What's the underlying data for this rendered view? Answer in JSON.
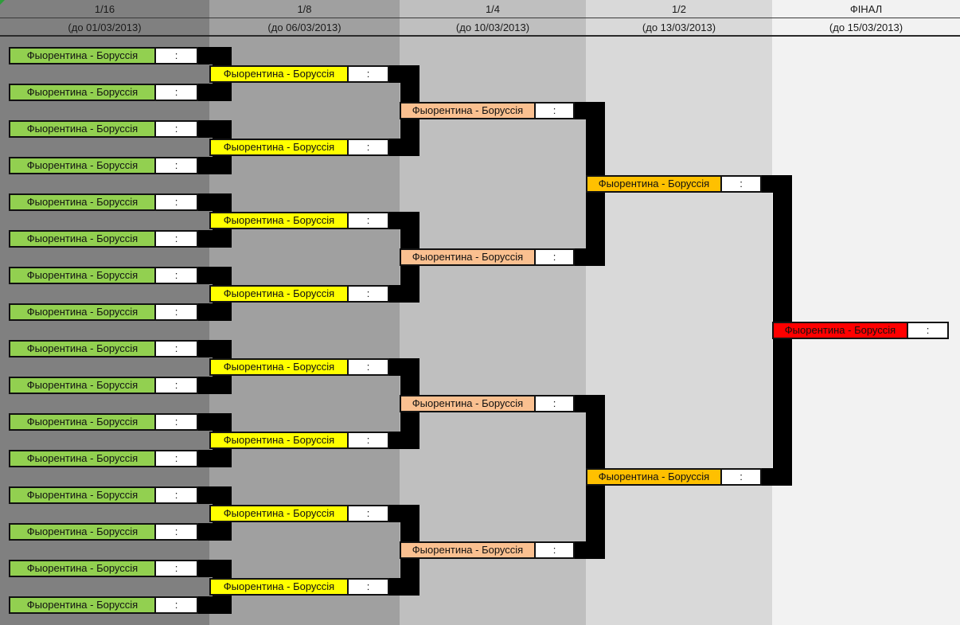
{
  "rounds": [
    {
      "name": "1/16",
      "deadline": "(до 01/03/2013)"
    },
    {
      "name": "1/8",
      "deadline": "(до 06/03/2013)"
    },
    {
      "name": "1/4",
      "deadline": "(до 10/03/2013)"
    },
    {
      "name": "1/2",
      "deadline": "(до  13/03/2013)"
    },
    {
      "name": "ФІНАЛ",
      "deadline": "(до 15/03/2013)"
    }
  ],
  "colors": {
    "col_bg": [
      "#808080",
      "#a0a0a0",
      "#bfbfbf",
      "#d9d9d9",
      "#f2f2f2"
    ],
    "match_fill": [
      "#92d050",
      "#ffff00",
      "#fac090",
      "#ffc000",
      "#ff0000"
    ],
    "bracket": "#000000"
  },
  "matches": {
    "r16": [
      {
        "teams": "Фыорентина - Боруссія",
        "score": ":"
      },
      {
        "teams": "Фыорентина - Боруссія",
        "score": ":"
      },
      {
        "teams": "Фыорентина - Боруссія",
        "score": ":"
      },
      {
        "teams": "Фыорентина - Боруссія",
        "score": ":"
      },
      {
        "teams": "Фыорентина - Боруссія",
        "score": ":"
      },
      {
        "teams": "Фыорентина - Боруссія",
        "score": ":"
      },
      {
        "teams": "Фыорентина - Боруссія",
        "score": ":"
      },
      {
        "teams": "Фыорентина - Боруссія",
        "score": ":"
      },
      {
        "teams": "Фыорентина - Боруссія",
        "score": ":"
      },
      {
        "teams": "Фыорентина - Боруссія",
        "score": ":"
      },
      {
        "teams": "Фыорентина - Боруссія",
        "score": ":"
      },
      {
        "teams": "Фыорентина - Боруссія",
        "score": ":"
      },
      {
        "teams": "Фыорентина - Боруссія",
        "score": ":"
      },
      {
        "teams": "Фыорентина - Боруссія",
        "score": ":"
      },
      {
        "teams": "Фыорентина - Боруссія",
        "score": ":"
      },
      {
        "teams": "Фыорентина - Боруссія",
        "score": ":"
      }
    ],
    "r8": [
      {
        "teams": "Фыорентина - Боруссія",
        "score": ":"
      },
      {
        "teams": "Фыорентина - Боруссія",
        "score": ":"
      },
      {
        "teams": "Фыорентина - Боруссія",
        "score": ":"
      },
      {
        "teams": "Фыорентина - Боруссія",
        "score": ":"
      },
      {
        "teams": "Фыорентина - Боруссія",
        "score": ":"
      },
      {
        "teams": "Фыорентина - Боруссія",
        "score": ":"
      },
      {
        "teams": "Фыорентина - Боруссія",
        "score": ":"
      },
      {
        "teams": "Фыорентина - Боруссія",
        "score": ":"
      }
    ],
    "r4": [
      {
        "teams": "Фыорентина - Боруссія",
        "score": ":"
      },
      {
        "teams": "Фыорентина - Боруссія",
        "score": ":"
      },
      {
        "teams": "Фыорентина - Боруссія",
        "score": ":"
      },
      {
        "teams": "Фыорентина - Боруссія",
        "score": ":"
      }
    ],
    "r2": [
      {
        "teams": "Фыорентина - Боруссія",
        "score": ":"
      },
      {
        "teams": "Фыорентина - Боруссія",
        "score": ":"
      }
    ],
    "final": [
      {
        "teams": "Фыорентина - Боруссія",
        "score": ":"
      }
    ]
  }
}
